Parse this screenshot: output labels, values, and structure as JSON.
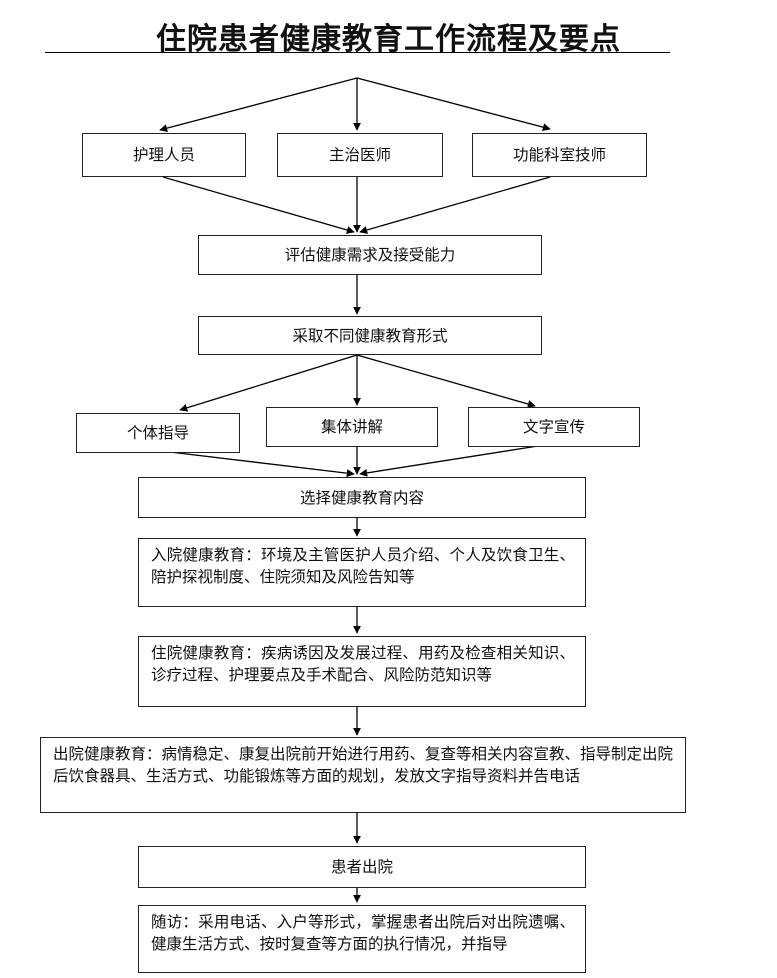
{
  "title": "住院患者健康教育工作流程及要点",
  "row1": [
    "护理人员",
    "主治医师",
    "功能科室技师"
  ],
  "assess": "评估健康需求及接受能力",
  "forms_label": "采取不同健康教育形式",
  "row2": [
    "个体指导",
    "集体讲解",
    "文字宣传"
  ],
  "select_content": "选择健康教育内容",
  "admission": "入院健康教育：环境及主管医护人员介绍、个人及饮食卫生、陪护探视制度、住院须知及风险告知等",
  "hospitalization": "住院健康教育：疾病诱因及发展过程、用药及检查相关知识、诊疗过程、护理要点及手术配合、风险防范知识等",
  "discharge_edu": "出院健康教育：病情稳定、康复出院前开始进行用药、复查等相关内容宣教、指导制定出院后饮食器具、生活方式、功能锻炼等方面的规划，发放文字指导资料并告电话",
  "discharged": "患者出院",
  "followup": "随访：采用电话、入户等形式，掌握患者出院后对出院遗嘱、健康生活方式、按时复查等方面的执行情况，并指导"
}
